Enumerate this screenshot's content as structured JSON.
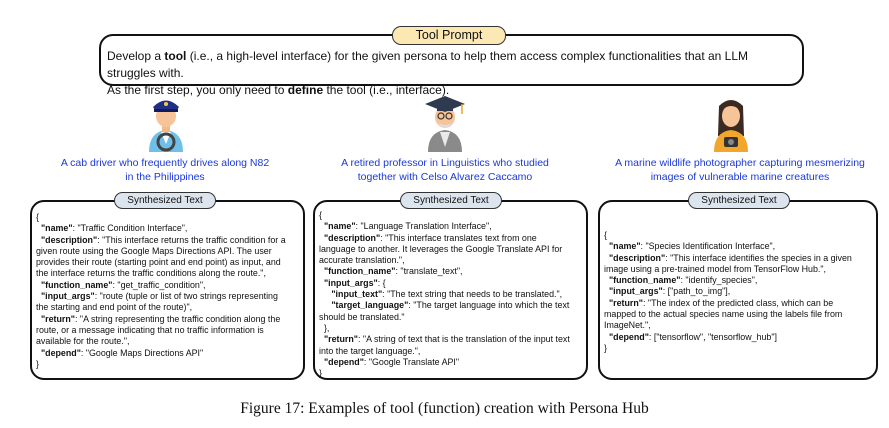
{
  "header": {
    "title": "Tool Prompt",
    "prompt_line1_parts": [
      "Develop a ",
      "tool",
      " (i.e., a high-level interface) for the given persona to help them access complex functionalities that an LLM struggles with."
    ],
    "prompt_line2_parts": [
      "As the first step, you only need to ",
      "define",
      " the tool (i.e., interface)."
    ]
  },
  "synth_label": "Synthesized Text",
  "personas": [
    {
      "icon": "cab-driver-icon",
      "description_line1": "A cab driver who frequently drives along N82",
      "description_line2": "in the Philippines",
      "lines": [
        "{",
        "  \"name\": \"Traffic Condition Interface\",",
        "  \"description\": \"This interface returns the traffic condition for a",
        "given route using the Google Maps Directions API. The user",
        "provides their route (starting point and end point) as input, and",
        "the interface returns the traffic conditions along the route.\",",
        "  \"function_name\": \"get_traffic_condition\",",
        "  \"input_args\": \"route (tuple or list of two strings representing",
        "the starting and end point of the route)\",",
        "  \"return\": \"A string representing the traffic condition along the",
        "route, or a message indicating that no traffic information is",
        "available for the route.\",",
        "  \"depend\": \"Google Maps Directions API\"",
        "}"
      ]
    },
    {
      "icon": "professor-icon",
      "description_line1": "A retired professor in Linguistics who studied",
      "description_line2": "together with Celso Alvarez Caccamo",
      "lines": [
        "{",
        "  \"name\": \"Language Translation Interface\",",
        "  \"description\": \"This interface translates text from one",
        "language to another. It leverages the Google Translate API for",
        "accurate translation.\",",
        "  \"function_name\": \"translate_text\",",
        "  \"input_args\": {",
        "     \"input_text\": \"The text string that needs to be translated.\",",
        "     \"target_language\": \"The target language into which the text",
        "should be translated.\"",
        "  },",
        "  \"return\": \"A string of text that is the translation of the input text",
        "into the target language.\",",
        "  \"depend\": \"Google Translate API\"",
        "}"
      ]
    },
    {
      "icon": "photographer-icon",
      "description_line1": "A marine wildlife photographer capturing mesmerizing",
      "description_line2": "images of vulnerable marine creatures",
      "lines": [
        "{",
        "  \"name\": \"Species Identification Interface\",",
        "  \"description\": \"This interface identifies the species in a given",
        "image using a pre-trained model from TensorFlow Hub.\",",
        "  \"function_name\": \"identify_species\",",
        "  \"input_args\": [\"path_to_img\"],",
        "  \"return\": \"The index of the predicted class, which can be",
        "mapped to the actual species name using the labels file from",
        "ImageNet.\",",
        "  \"depend\": [\"tensorflow\", \"tensorflow_hub\"]",
        "}"
      ]
    }
  ],
  "caption": "Figure 17: Examples of tool (function) creation with Persona Hub"
}
